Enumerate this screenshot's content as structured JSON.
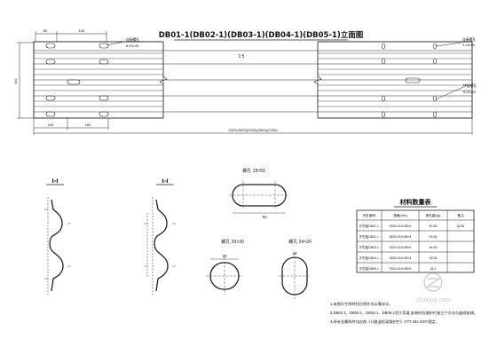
{
  "drawing": {
    "title": "DB01-1(DB02-1)(DB03-1)(DB04-1)(DB05-1)立面图",
    "scale": "1:5",
    "left_dim_height": "310",
    "callouts": {
      "top_left": {
        "label": "连接螺孔",
        "spec": "8-20×30"
      },
      "top_right": {
        "label": "连接螺孔",
        "spec": "3-18×50"
      },
      "bottom_right": {
        "label": "拼接螺孔",
        "spec": "8-24×20"
      }
    },
    "top_dims": [
      "50",
      "100"
    ],
    "bottom_dims": {
      "d1": "160",
      "d2": "160",
      "total": "4320(3820)(3320)(2820)(2320)"
    }
  },
  "sections": {
    "s1": {
      "label": "I-I"
    },
    "s2": {
      "label": "I-I"
    }
  },
  "holes": {
    "slot1": {
      "label": "螺孔 18×50",
      "dim": "50"
    },
    "slot2": {
      "label": "螺孔 20×30",
      "dim": "30"
    },
    "slot3": {
      "label": "螺孔 24×20",
      "dim": "24"
    }
  },
  "material_table": {
    "title": "材料数量表",
    "headers": [
      "构件编号",
      "规格(mm)",
      "单件重(kg)",
      "备注"
    ],
    "rows": [
      [
        "护栏板DB01-1",
        "4320×310×85×4",
        "60.55",
        "Q235"
      ],
      [
        "护栏板DB02-1",
        "3820×310×85×4",
        "53.56",
        ""
      ],
      [
        "护栏板DB03-1",
        "3320×310×85×4",
        "46.55",
        ""
      ],
      [
        "护栏板DB04-1",
        "2820×310×85×4",
        "39.55",
        ""
      ],
      [
        "护栏板DB05-1",
        "2320×310×85×4",
        "35.2",
        ""
      ]
    ]
  },
  "notes": {
    "n1": "1.本图尺寸除特别注明外均以毫米计。",
    "n2": "2.DB02-1、DB03-1、DB04-1、DB05-1用于弯道,安装时应使护栏板三个方向与曲线协调。",
    "n3": "3.所有金属构件均应按《公路波形梁钢护栏》JT/T 281-2007规定。"
  },
  "watermark": {
    "text": "zhulong.com"
  }
}
